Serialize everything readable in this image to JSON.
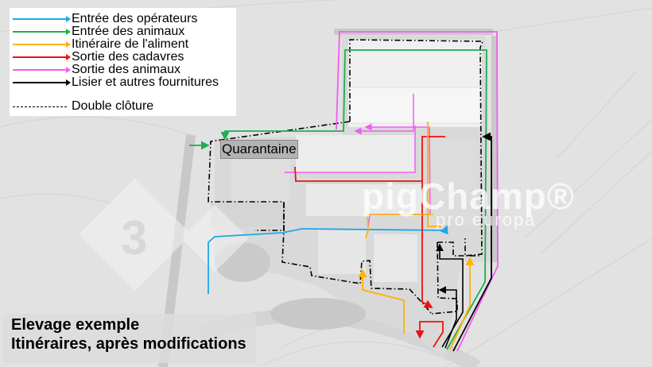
{
  "legend": {
    "items": [
      {
        "label": "Entrée des opérateurs",
        "color": "#1ea7e8",
        "style": "arrow"
      },
      {
        "label": "Entrée des animaux",
        "color": "#1fae50",
        "style": "arrow"
      },
      {
        "label": "Itinéraire de l'aliment",
        "color": "#ffb300",
        "style": "arrow"
      },
      {
        "label": "Sortie des cadavres",
        "color": "#ee1111",
        "style": "arrow"
      },
      {
        "label": "Sortie des animaux",
        "color": "#f25cf2",
        "style": "arrow"
      },
      {
        "label": "Lisier et autres fournitures",
        "color": "#000000",
        "style": "arrow"
      },
      {
        "label": "Double clôture",
        "color": "#000000",
        "style": "dash-dot"
      }
    ]
  },
  "map": {
    "quarantine_label": "Quarantaine",
    "watermark": {
      "brand": "pigChamp®",
      "sub": "pro europa",
      "badge": "3"
    }
  },
  "title": {
    "line1": "Elevage exemple",
    "line2": "Itinéraires, après modifications"
  }
}
